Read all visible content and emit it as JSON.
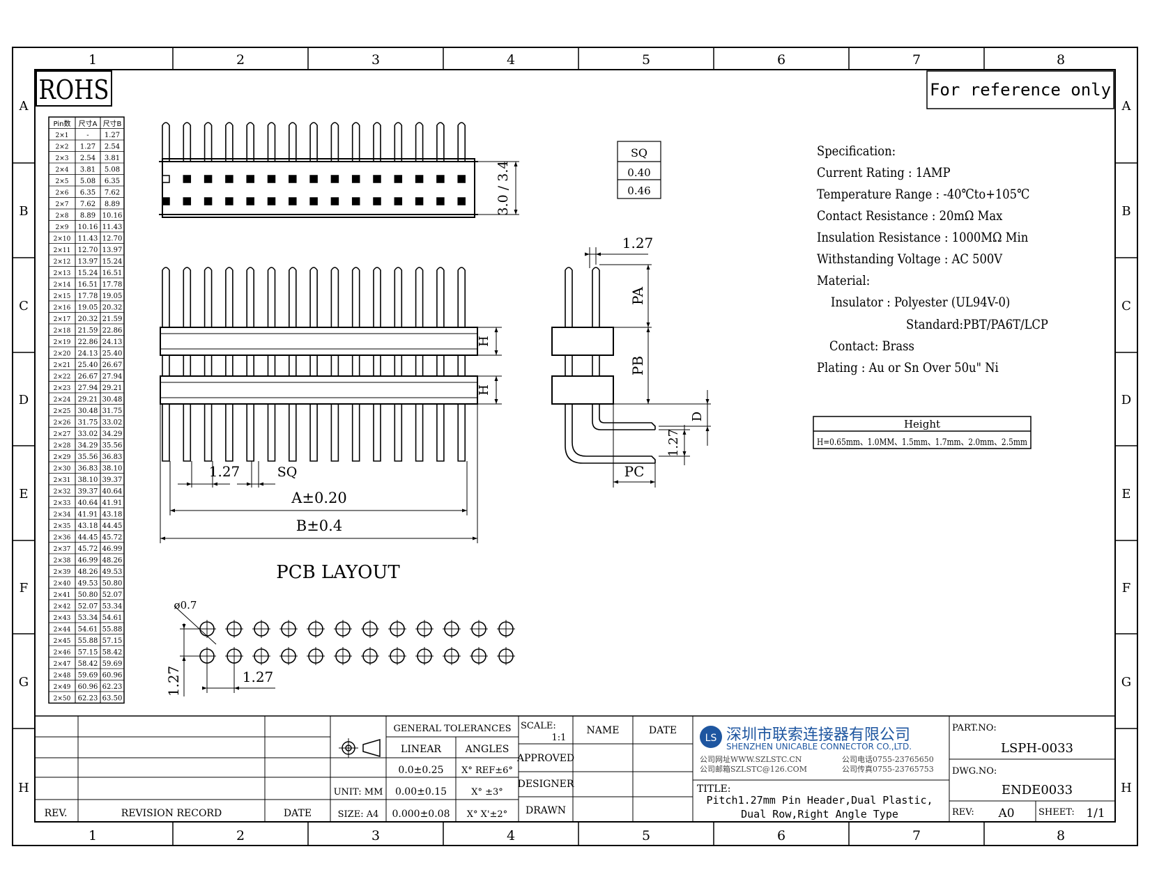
{
  "frame": {
    "col_labels": [
      "1",
      "2",
      "3",
      "4",
      "5",
      "6",
      "7",
      "8"
    ],
    "row_labels": [
      "A",
      "B",
      "C",
      "D",
      "E",
      "F",
      "G",
      "H"
    ]
  },
  "rohs": "ROHS",
  "reference": "For reference only",
  "pin_table": {
    "headers": [
      "Pin数",
      "尺寸A",
      "尺寸B"
    ],
    "rows": [
      [
        "2×1",
        "-",
        "1.27"
      ],
      [
        "2×2",
        "1.27",
        "2.54"
      ],
      [
        "2×3",
        "2.54",
        "3.81"
      ],
      [
        "2×4",
        "3.81",
        "5.08"
      ],
      [
        "2×5",
        "5.08",
        "6.35"
      ],
      [
        "2×6",
        "6.35",
        "7.62"
      ],
      [
        "2×7",
        "7.62",
        "8.89"
      ],
      [
        "2×8",
        "8.89",
        "10.16"
      ],
      [
        "2×9",
        "10.16",
        "11.43"
      ],
      [
        "2×10",
        "11.43",
        "12.70"
      ],
      [
        "2×11",
        "12.70",
        "13.97"
      ],
      [
        "2×12",
        "13.97",
        "15.24"
      ],
      [
        "2×13",
        "15.24",
        "16.51"
      ],
      [
        "2×14",
        "16.51",
        "17.78"
      ],
      [
        "2×15",
        "17.78",
        "19.05"
      ],
      [
        "2×16",
        "19.05",
        "20.32"
      ],
      [
        "2×17",
        "20.32",
        "21.59"
      ],
      [
        "2×18",
        "21.59",
        "22.86"
      ],
      [
        "2×19",
        "22.86",
        "24.13"
      ],
      [
        "2×20",
        "24.13",
        "25.40"
      ],
      [
        "2×21",
        "25.40",
        "26.67"
      ],
      [
        "2×22",
        "26.67",
        "27.94"
      ],
      [
        "2×23",
        "27.94",
        "29.21"
      ],
      [
        "2×24",
        "29.21",
        "30.48"
      ],
      [
        "2×25",
        "30.48",
        "31.75"
      ],
      [
        "2×26",
        "31.75",
        "33.02"
      ],
      [
        "2×27",
        "33.02",
        "34.29"
      ],
      [
        "2×28",
        "34.29",
        "35.56"
      ],
      [
        "2×29",
        "35.56",
        "36.83"
      ],
      [
        "2×30",
        "36.83",
        "38.10"
      ],
      [
        "2×31",
        "38.10",
        "39.37"
      ],
      [
        "2×32",
        "39.37",
        "40.64"
      ],
      [
        "2×33",
        "40.64",
        "41.91"
      ],
      [
        "2×34",
        "41.91",
        "43.18"
      ],
      [
        "2×35",
        "43.18",
        "44.45"
      ],
      [
        "2×36",
        "44.45",
        "45.72"
      ],
      [
        "2×37",
        "45.72",
        "46.99"
      ],
      [
        "2×38",
        "46.99",
        "48.26"
      ],
      [
        "2×39",
        "48.26",
        "49.53"
      ],
      [
        "2×40",
        "49.53",
        "50.80"
      ],
      [
        "2×41",
        "50.80",
        "52.07"
      ],
      [
        "2×42",
        "52.07",
        "53.34"
      ],
      [
        "2×43",
        "53.34",
        "54.61"
      ],
      [
        "2×44",
        "54.61",
        "55.88"
      ],
      [
        "2×45",
        "55.88",
        "57.15"
      ],
      [
        "2×46",
        "57.15",
        "58.42"
      ],
      [
        "2×47",
        "58.42",
        "59.69"
      ],
      [
        "2×48",
        "59.69",
        "60.96"
      ],
      [
        "2×49",
        "60.96",
        "62.23"
      ],
      [
        "2×50",
        "62.23",
        "63.50"
      ]
    ]
  },
  "sq_table": {
    "header": "SQ",
    "rows": [
      "0.40",
      "0.46"
    ]
  },
  "dims": {
    "top_height": "3.0 / 3.4",
    "pitch": "1.27",
    "sq": "SQ",
    "a": "A±0.20",
    "b": "B±0.4",
    "h": "H",
    "pa": "PA",
    "pb": "PB",
    "pc": "PC",
    "d": "D",
    "side_pitch": "1.27",
    "side_pitch2": "1.27",
    "pcb_title": "PCB LAYOUT",
    "pcb_dia": "ø0.7",
    "pcb_pitch_x": "1.27",
    "pcb_pitch_y": "1.27"
  },
  "spec": {
    "lines": [
      "Specification:",
      "Current Rating : 1AMP",
      "Temperature Range : -40℃to+105℃",
      "Contact Resistance : 20mΩ Max",
      "Insulation Resistance : 1000MΩ Min",
      "Withstanding Voltage : AC 500V",
      "Material:",
      "Insulator : Polyester (UL94V-0)",
      "Standard:PBT/PA6T/LCP",
      "Contact: Brass",
      "Plating : Au or Sn Over 50u\" Ni"
    ]
  },
  "height_table": {
    "header": "Height",
    "value": "H=0.65mm、1.0MM、1.5mm、1.7mm、2.0mm、2.5mm"
  },
  "title_block": {
    "general_tolerances": "GENERAL TOLERANCES",
    "linear": "LINEAR",
    "angles": "ANGLES",
    "lin1": "0.0±0.25",
    "lin2": "0.00±0.15",
    "lin3": "0.000±0.08",
    "ang1": "X° REF±6°",
    "ang2": "X° ±3°",
    "ang3": "X° X'±2°",
    "unit": "UNIT: MM",
    "size": "SIZE: A4",
    "scale": "SCALE:",
    "scale_val": "1:1",
    "name": "NAME",
    "date_hdr": "DATE",
    "approved": "APPROVED",
    "designer": "DESIGNER",
    "drawn": "DRAWN",
    "rev": "REV.",
    "revision_record": "REVISION RECORD",
    "date": "DATE",
    "company_cn": "深圳市联索连接器有限公司",
    "company_en": "SHENZHEN UNICABLE CONNECTOR CO.,LTD.",
    "site": "公司网址WWW.SZLSTC.CN",
    "mail": "公司邮箱SZLSTC@126.COM",
    "tel": "公司电话0755-23765650",
    "fax": "公司传真0755-23765753",
    "title_lbl": "TITLE:",
    "title1": "Pitch1.27mm Pin Header,Dual Plastic,",
    "title2": "Dual Row,Right Angle Type",
    "part_lbl": "PART.NO:",
    "part": "LSPH-0033",
    "dwg_lbl": "DWG.NO:",
    "dwg": "ENDE0033",
    "rev_lbl": "REV:",
    "rev_val": "A0",
    "sheet_lbl": "SHEET:",
    "sheet": "1/1",
    "logo": "LS"
  }
}
